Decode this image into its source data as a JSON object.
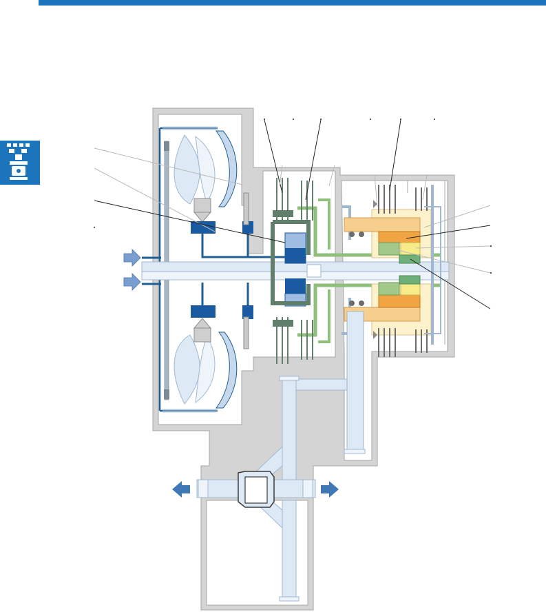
{
  "colors": {
    "brand_blue": "#1c75bc",
    "housing_gray": "#d4d4d4",
    "housing_stroke": "#a6a6a6",
    "fluid_light": "#dde9f4",
    "fluid_stroke": "#9fb8d0",
    "oil_line_dark": "#1f5d92",
    "block_dark": "#1a5aa0",
    "block_mid": "#9fbde3",
    "clutch_green_dark": "#5f7f6a",
    "clutch_green_light": "#8fbf7a",
    "planet_orange": "#f0a442",
    "planet_tan": "#f6cf8e",
    "planet_yellow": "#f7ec8a",
    "planet_cream": "#fdf2cc",
    "planet_green": "#a3c98a",
    "arrow_blue": "#3f78b5"
  },
  "icons": {
    "header": "top-blue-rule",
    "side_tab": "engine-piston-icon",
    "flow_arrows": "arrow-icon"
  },
  "diagram": {
    "kind": "automatic-transmission-cross-section",
    "components": [
      "torque-converter",
      "lockup-clutch",
      "oil-pump",
      "multi-plate-clutch-pack",
      "planetary-gear-set",
      "transfer-gears",
      "differential",
      "drive-shafts"
    ]
  }
}
